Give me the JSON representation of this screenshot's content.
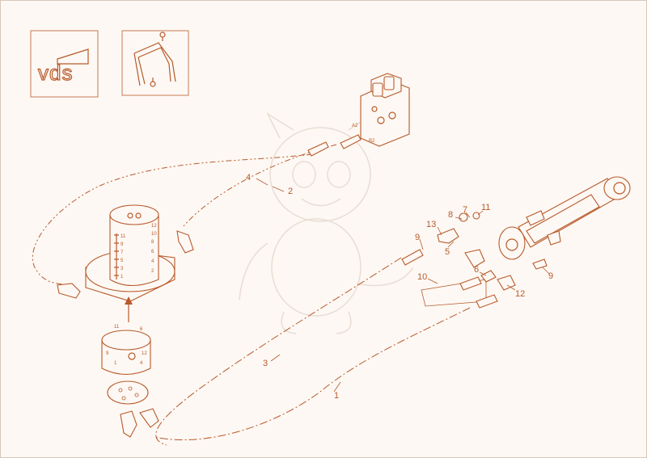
{
  "logo": {
    "text": "vds"
  },
  "callouts": [
    {
      "id": "c1",
      "text": "1"
    },
    {
      "id": "c2",
      "text": "2"
    },
    {
      "id": "c3",
      "text": "3"
    },
    {
      "id": "c4",
      "text": "4"
    },
    {
      "id": "c5",
      "text": "5"
    },
    {
      "id": "c6",
      "text": "6"
    },
    {
      "id": "c7",
      "text": "7"
    },
    {
      "id": "c8",
      "text": "8"
    },
    {
      "id": "c9a",
      "text": "9"
    },
    {
      "id": "c9b",
      "text": "9"
    },
    {
      "id": "c10",
      "text": "10"
    },
    {
      "id": "c11",
      "text": "11"
    },
    {
      "id": "c12",
      "text": "12"
    },
    {
      "id": "c13",
      "text": "13"
    }
  ],
  "valve_ports": {
    "a": "A2",
    "b": "B2"
  },
  "swivel_left_numbers": [
    "11",
    "9",
    "7",
    "5",
    "3",
    "1"
  ],
  "swivel_right_numbers": [
    "12",
    "10",
    "8",
    "6",
    "4",
    "2"
  ],
  "rotor_numbers": {
    "top_left": "11",
    "top_right": "6",
    "side_left": "9",
    "side_right": "12",
    "bottom_left": "1",
    "bottom_right": "4"
  }
}
